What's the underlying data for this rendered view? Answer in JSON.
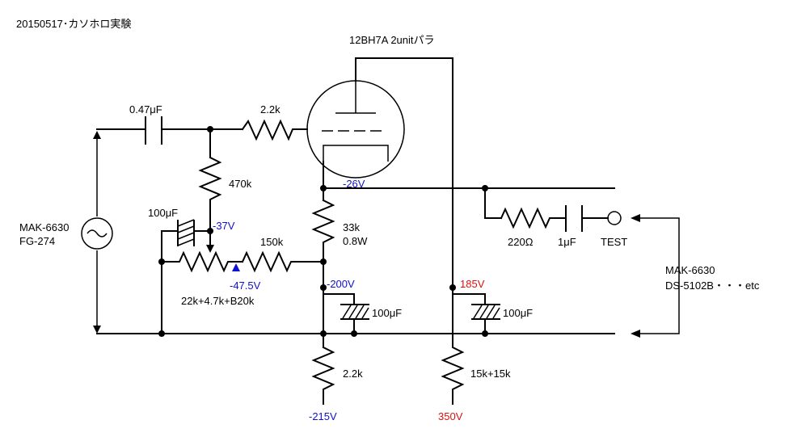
{
  "title": "20150517･カソホロ実験",
  "tube": {
    "label": "12BH7A 2unitパラ"
  },
  "left_instrument": {
    "line1": "MAK-6630",
    "line2": "FG-274"
  },
  "right_instrument": {
    "line1": "MAK-6630",
    "line2": "DS-5102B・・・etc"
  },
  "components": {
    "c_in": "0.47μF",
    "r_grid": "2.2k",
    "r_470k": "470k",
    "c_100u_left": "100μF",
    "r_150k": "150k",
    "pot": "22k+4.7k+B20k",
    "r_33k": "33k",
    "r_33k_power": "0.8W",
    "r_2k2": "2.2k",
    "c_100u_mid": "100μF",
    "c_100u_right": "100μF",
    "r_15k": "15k+15k",
    "r_220": "220Ω",
    "c_1u": "1μF",
    "test": "TEST"
  },
  "voltages": {
    "cathode": "-26V",
    "grid_bias": "-37V",
    "pot_wiper": "-47.5V",
    "neg_node": "-200V",
    "neg_supply": "-215V",
    "pos_node": "185V",
    "pos_supply": "350V"
  },
  "colors": {
    "negative_voltage": "#1010d0",
    "positive_voltage": "#e01010"
  }
}
